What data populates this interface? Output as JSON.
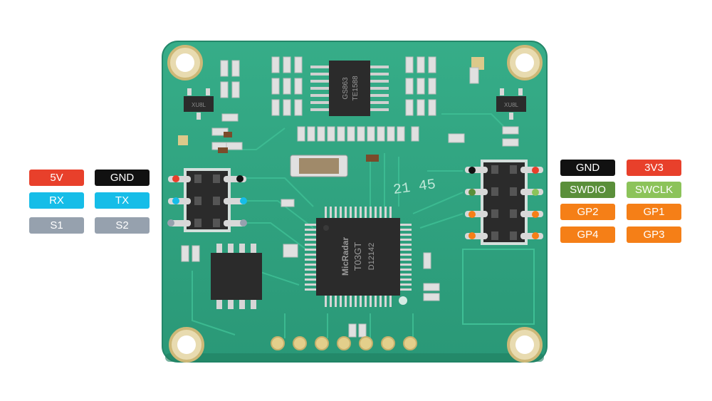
{
  "left_pins": {
    "row1": [
      {
        "label": "5V",
        "color": "#e8402b"
      },
      {
        "label": "GND",
        "color": "#111111"
      }
    ],
    "row2": [
      {
        "label": "RX",
        "color": "#16bde8"
      },
      {
        "label": "TX",
        "color": "#16bde8"
      }
    ],
    "row3": [
      {
        "label": "S1",
        "color": "#96a1ae"
      },
      {
        "label": "S2",
        "color": "#96a1ae"
      }
    ]
  },
  "right_pins": {
    "row1": [
      {
        "label": "GND",
        "color": "#111111"
      },
      {
        "label": "3V3",
        "color": "#e8402b"
      }
    ],
    "row2": [
      {
        "label": "SWDIO",
        "color": "#5a8f3a"
      },
      {
        "label": "SWCLK",
        "color": "#8cc35a"
      }
    ],
    "row3": [
      {
        "label": "GP2",
        "color": "#f57f17"
      },
      {
        "label": "GP1",
        "color": "#f57f17"
      }
    ],
    "row4": [
      {
        "label": "GP4",
        "color": "#f57f17"
      },
      {
        "label": "GP3",
        "color": "#f57f17"
      }
    ]
  },
  "chips": {
    "mcu_brand": "MicRadar",
    "mcu_model": "T03GT",
    "mcu_code": "D12142",
    "top_ic_line1": "GS863",
    "top_ic_line2": "TE1588",
    "date_code": "21 45",
    "reg_left": "XU8L",
    "reg_right": "XU8L"
  },
  "colors": {
    "pcb": "#2fa37f",
    "pcb_dark": "#1f7f60",
    "trace": "#38b08a",
    "pad_gold": "#dcc98a",
    "chip": "#2b2b2b"
  }
}
